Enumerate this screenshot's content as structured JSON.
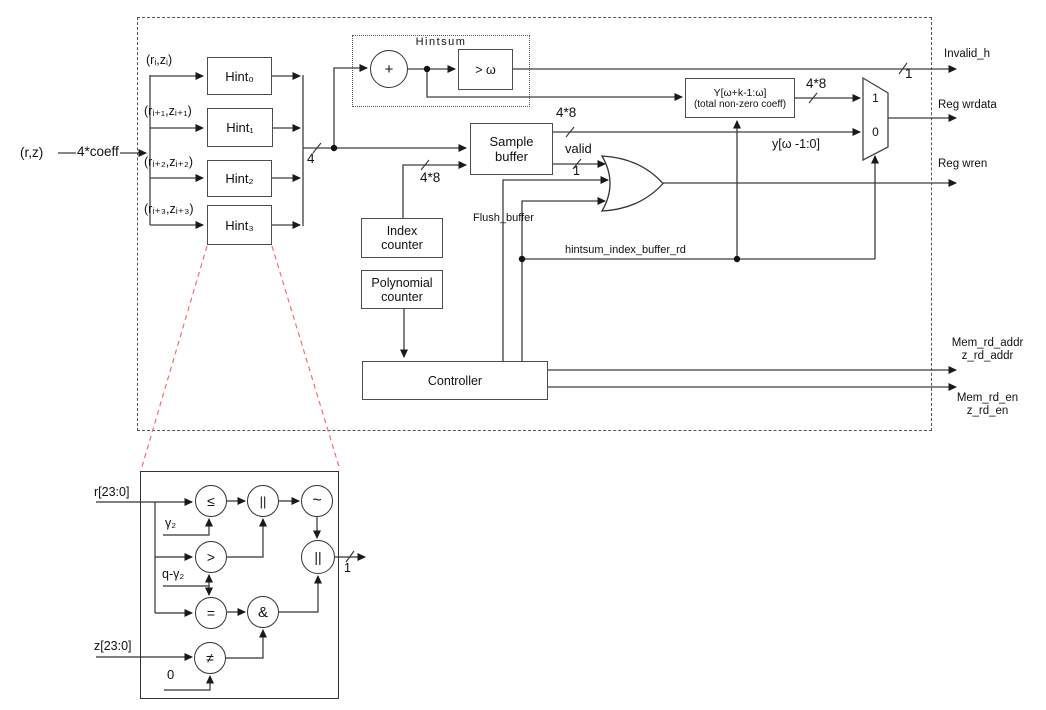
{
  "diagram": {
    "input": {
      "pair": "(r,z)",
      "bus": "4*coeff"
    },
    "hint_rows": [
      {
        "input": "(rᵢ,zᵢ)",
        "block": "Hint₀"
      },
      {
        "input": "(rᵢ₊₁,zᵢ₊₁)",
        "block": "Hint₁"
      },
      {
        "input": "(rᵢ₊₂,zᵢ₊₂)",
        "block": "Hint₂"
      },
      {
        "input": "(rᵢ₊₃,zᵢ₊₃)",
        "block": "Hint₃"
      }
    ],
    "hint_bus_width": "4",
    "hintsum": {
      "title": "Hintsum",
      "adder": "+",
      "compare": "> ω"
    },
    "sample_buffer": {
      "line1": "Sample",
      "line2": "buffer",
      "out_width": "4*8",
      "valid": "valid",
      "valid_width": "1"
    },
    "index_counter": {
      "line1": "Index",
      "line2": "counter",
      "bus_width": "4*8"
    },
    "polynomial_counter": {
      "line1": "Polynomial",
      "line2": "counter"
    },
    "controller": "Controller",
    "y_block": {
      "line1": "Y[ω+k-1:ω]",
      "line2": "(total non-zero coeff)",
      "out_width": "4*8"
    },
    "mux": {
      "one": "1",
      "zero": "0"
    },
    "wires": {
      "flush": "Flush_buffer",
      "hintsum_rd": "hintsum_index_buffer_rd",
      "y_word": "y[ω -1:0]"
    },
    "outputs": {
      "invalid_h": "Invalid_h",
      "invalid_width": "1",
      "reg_wrdata": "Reg wrdata",
      "reg_wren": "Reg wren",
      "mem_rd_addr": "Mem_rd_addr",
      "z_rd_addr": "z_rd_addr",
      "mem_rd_en": "Mem_rd_en",
      "z_rd_en": "z_rd_en"
    }
  },
  "detail": {
    "r_input": "r[23:0]",
    "gamma2": "γ₂",
    "q_gamma2": "q-γ₂",
    "z_input": "z[23:0]",
    "zero": "0",
    "op_le": "≤",
    "op_gt": ">",
    "op_eq": "=",
    "op_neq": "≠",
    "op_or1": "||",
    "op_not": "~",
    "op_or2": "||",
    "op_and": "&",
    "out_width": "1"
  }
}
